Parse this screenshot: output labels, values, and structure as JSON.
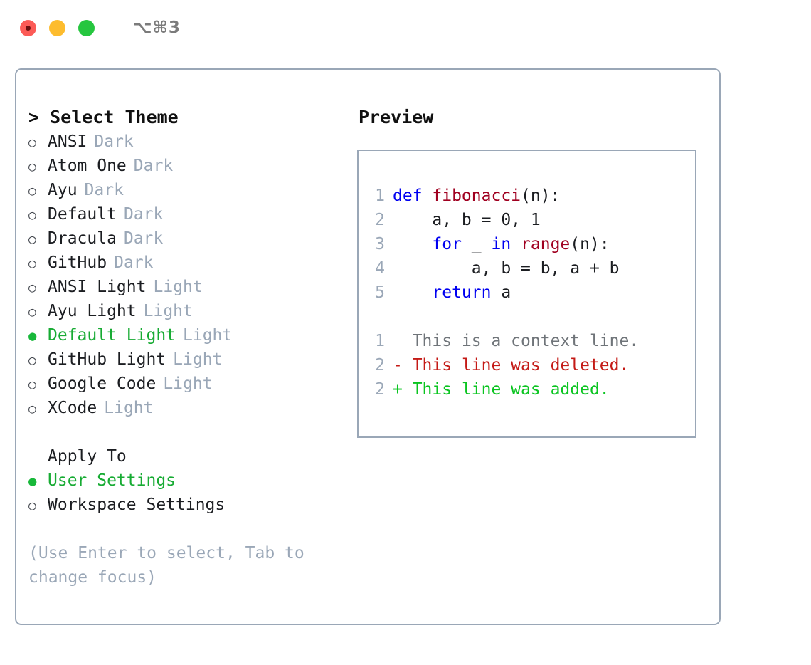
{
  "titlebar": {
    "lights": [
      {
        "name": "close",
        "color": "#fc5b57"
      },
      {
        "name": "minimize",
        "color": "#fdbc2e"
      },
      {
        "name": "zoom",
        "color": "#26c63f"
      }
    ],
    "shortcut": "⌥⌘3"
  },
  "theme_panel": {
    "header": "> Select Theme",
    "themes": [
      {
        "bullet": "○",
        "name": "ANSI",
        "kind": "Dark",
        "selected": false
      },
      {
        "bullet": "○",
        "name": "Atom One",
        "kind": "Dark",
        "selected": false
      },
      {
        "bullet": "○",
        "name": "Ayu",
        "kind": "Dark",
        "selected": false
      },
      {
        "bullet": "○",
        "name": "Default",
        "kind": "Dark",
        "selected": false
      },
      {
        "bullet": "○",
        "name": "Dracula",
        "kind": "Dark",
        "selected": false
      },
      {
        "bullet": "○",
        "name": "GitHub",
        "kind": "Dark",
        "selected": false
      },
      {
        "bullet": "○",
        "name": "ANSI Light",
        "kind": "Light",
        "selected": false
      },
      {
        "bullet": "○",
        "name": "Ayu Light",
        "kind": "Light",
        "selected": false
      },
      {
        "bullet": "●",
        "name": "Default Light",
        "kind": "Light",
        "selected": true
      },
      {
        "bullet": "○",
        "name": "GitHub Light",
        "kind": "Light",
        "selected": false
      },
      {
        "bullet": "○",
        "name": "Google Code",
        "kind": "Light",
        "selected": false
      },
      {
        "bullet": "○",
        "name": "XCode",
        "kind": "Light",
        "selected": false
      }
    ],
    "apply_to": {
      "title": "Apply To",
      "options": [
        {
          "bullet": "●",
          "label": "User Settings",
          "selected": true
        },
        {
          "bullet": "○",
          "label": "Workspace Settings",
          "selected": false
        }
      ]
    },
    "hint": "(Use Enter to select, Tab to change focus)"
  },
  "preview": {
    "title": "Preview",
    "code_lines": [
      {
        "num": "1",
        "tokens": [
          {
            "t": "def ",
            "c": "kw"
          },
          {
            "t": "fibonacci",
            "c": "fn"
          },
          {
            "t": "(n):",
            "c": "code-text"
          }
        ]
      },
      {
        "num": "2",
        "tokens": [
          {
            "t": "    a, b = 0, 1",
            "c": "code-text"
          }
        ]
      },
      {
        "num": "3",
        "tokens": [
          {
            "t": "    ",
            "c": "code-text"
          },
          {
            "t": "for",
            "c": "kw"
          },
          {
            "t": " _ ",
            "c": "code-text"
          },
          {
            "t": "in",
            "c": "kw"
          },
          {
            "t": " ",
            "c": "code-text"
          },
          {
            "t": "range",
            "c": "fn"
          },
          {
            "t": "(n):",
            "c": "code-text"
          }
        ]
      },
      {
        "num": "4",
        "tokens": [
          {
            "t": "        a, b = b, a + b",
            "c": "code-text"
          }
        ]
      },
      {
        "num": "5",
        "tokens": [
          {
            "t": "    ",
            "c": "code-text"
          },
          {
            "t": "return",
            "c": "kw"
          },
          {
            "t": " a",
            "c": "code-text"
          }
        ]
      }
    ],
    "diff_lines": [
      {
        "num": "1",
        "marker": "  ",
        "text": "This is a context line.",
        "cls": "diff-ctx"
      },
      {
        "num": "2",
        "marker": "- ",
        "text": "This line was deleted.",
        "cls": "diff-del"
      },
      {
        "num": "2",
        "marker": "+ ",
        "text": "This line was added.",
        "cls": "diff-add"
      }
    ]
  },
  "colors": {
    "accent_green": "#17ab33",
    "muted": "#9aa7b7",
    "keyword_blue": "#0000f0",
    "function_red": "#a00020",
    "diff_added": "#0ac420",
    "diff_deleted": "#c41a16",
    "border": "#9aa7b7"
  }
}
